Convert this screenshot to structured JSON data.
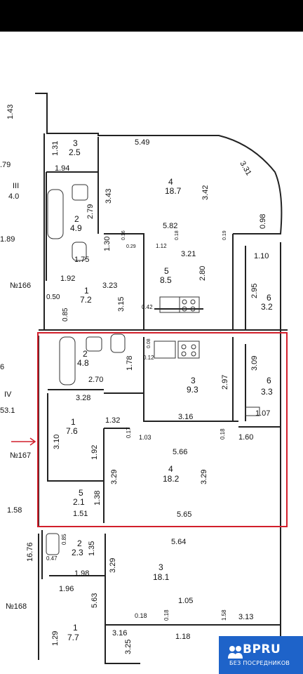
{
  "top_bar": {},
  "floor_plan": {
    "highlighted_apartment": "№167",
    "apartment_labels": [
      {
        "id": "apt166",
        "text": "№166"
      },
      {
        "id": "apt167",
        "text": "№167"
      },
      {
        "id": "apt168",
        "text": "№168"
      }
    ],
    "left_edge_fragments": [
      "1.43",
      ".79",
      "III",
      "4.0",
      "1.89",
      "6",
      "IV",
      "53.1",
      "1.58",
      "16.76",
      "0.47"
    ],
    "rooms": [
      {
        "id": "r166_3",
        "no": "3",
        "area": "2.5"
      },
      {
        "id": "r166_4",
        "no": "4",
        "area": "18.7"
      },
      {
        "id": "r166_2",
        "no": "2",
        "area": "4.9"
      },
      {
        "id": "r166_5",
        "no": "5",
        "area": "8.5"
      },
      {
        "id": "r166_1",
        "no": "1",
        "area": "7.2"
      },
      {
        "id": "r166_6",
        "no": "6",
        "area": "3.2"
      },
      {
        "id": "r167_2",
        "no": "2",
        "area": "4.8"
      },
      {
        "id": "r167_3",
        "no": "3",
        "area": "9.3"
      },
      {
        "id": "r167_6",
        "no": "6",
        "area": "3.3"
      },
      {
        "id": "r167_1",
        "no": "1",
        "area": "7.6"
      },
      {
        "id": "r167_4",
        "no": "4",
        "area": "18.2"
      },
      {
        "id": "r167_5",
        "no": "5",
        "area": "2.1"
      },
      {
        "id": "r168_2",
        "no": "2",
        "area": "2.3"
      },
      {
        "id": "r168_3",
        "no": "3",
        "area": "18.1"
      },
      {
        "id": "r168_1",
        "no": "1",
        "area": "7.7"
      }
    ],
    "dimensions": [
      "1.31",
      "1.94",
      "5.49",
      "3.43",
      "3.42",
      "3.31",
      "0.98",
      "2.79",
      "5.82",
      "1.30",
      "0.16",
      "0.29",
      "1.12",
      "0.18",
      "0.19",
      "3.21",
      "1.10",
      "1.75",
      "2.80",
      "1.92",
      "3.23",
      "2.95",
      "0.50",
      "3.15",
      "0.85",
      "0.42",
      "0.08",
      "1.78",
      "0.12",
      "2.97",
      "3.09",
      "2.70",
      "3.28",
      "3.16",
      "1.07",
      "1.32",
      "0.17",
      "1.03",
      "0.18",
      "1.60",
      "3.10",
      "5.66",
      "1.92",
      "3.29",
      "3.29",
      "1.38",
      "1.51",
      "5.65",
      "0.85",
      "1.35",
      "5.64",
      "1.98",
      "3.29",
      "1.96",
      "5.63",
      "1.05",
      "0.18",
      "0.18",
      "1.58",
      "3.13",
      "1.29",
      "3.16",
      "1.18",
      "3.25"
    ]
  },
  "badge": {
    "name": "BPRU",
    "subtitle": "БЕЗ ПОСРЕДНИКОВ",
    "color": "#1e63c9"
  },
  "highlight_color": "#d21f2b"
}
